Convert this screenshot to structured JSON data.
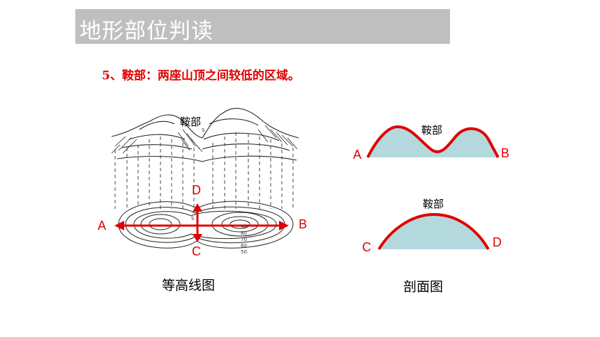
{
  "header": {
    "title": "地形部位判读"
  },
  "definition": "5、鞍部：两座山顶之间较低的区域。",
  "block_diagram": {
    "saddle_label": "鞍部",
    "saddle_marker": "S",
    "point_labels": {
      "A": "A",
      "B": "B",
      "C": "C",
      "D": "D"
    },
    "contour_values": [
      "90",
      "80",
      "70",
      "60",
      "50"
    ],
    "caption": "等高线图"
  },
  "profiles": {
    "ab": {
      "left": "A",
      "right": "B",
      "saddle_label": "鞍部"
    },
    "cd": {
      "left": "C",
      "right": "D",
      "saddle_label": "鞍部"
    },
    "caption": "剖面图"
  },
  "colors": {
    "accent": "#e00000",
    "fill": "#b3d9dc",
    "title_bg": "#bfbfbf"
  }
}
